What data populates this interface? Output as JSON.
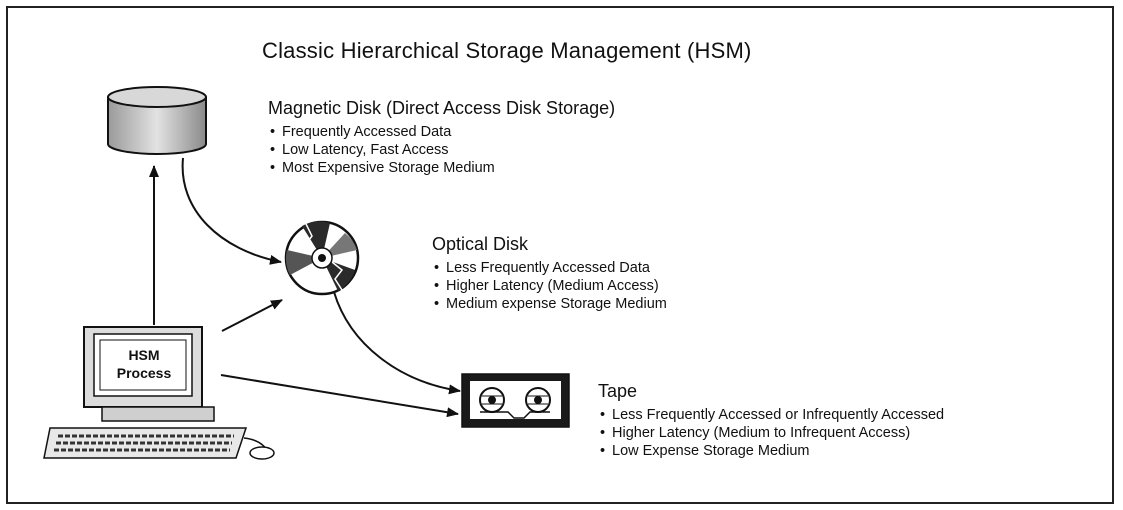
{
  "title": "Classic Hierarchical Storage Management (HSM)",
  "magnetic": {
    "heading": "Magnetic Disk (Direct Access Disk Storage)",
    "bullets": [
      "Frequently Accessed Data",
      "Low Latency, Fast Access",
      "Most Expensive Storage Medium"
    ]
  },
  "optical": {
    "heading": "Optical Disk",
    "bullets": [
      "Less Frequently Accessed Data",
      "Higher Latency (Medium Access)",
      "Medium expense Storage Medium"
    ]
  },
  "tape": {
    "heading": "Tape",
    "bullets": [
      "Less Frequently Accessed or Infrequently Accessed",
      "Higher Latency (Medium to Infrequent Access)",
      "Low Expense Storage Medium"
    ]
  },
  "computer": {
    "line1": "HSM",
    "line2": "Process"
  },
  "icons": [
    "disk-cylinder-icon",
    "optical-disc-icon",
    "tape-drive-icon",
    "computer-icon"
  ]
}
